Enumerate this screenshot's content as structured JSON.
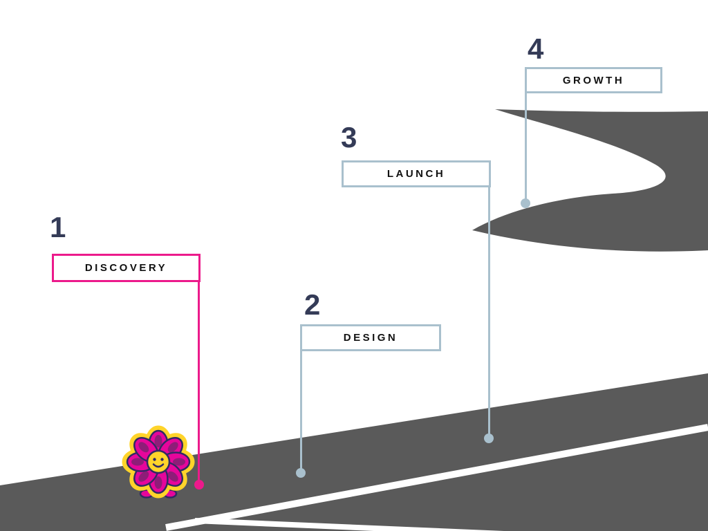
{
  "page": {
    "type": "roadmap-infographic",
    "background": "#ffffff"
  },
  "milestones": [
    {
      "number": "1",
      "label": "DISCOVERY",
      "accent": "#ec1a8b"
    },
    {
      "number": "2",
      "label": "DESIGN",
      "accent": "#a9c0cd"
    },
    {
      "number": "3",
      "label": "LAUNCH",
      "accent": "#a9c0cd"
    },
    {
      "number": "4",
      "label": "GROWTH",
      "accent": "#a9c0cd"
    }
  ],
  "colors": {
    "road": "#5a5a5a",
    "road_marking": "#ffffff",
    "number_text": "#343b57",
    "label_text": "#111111",
    "flower_petal": "#e6069b",
    "flower_petal_inner": "#8e1d78",
    "flower_center": "#ffd42a",
    "flower_outline": "#312a63"
  }
}
